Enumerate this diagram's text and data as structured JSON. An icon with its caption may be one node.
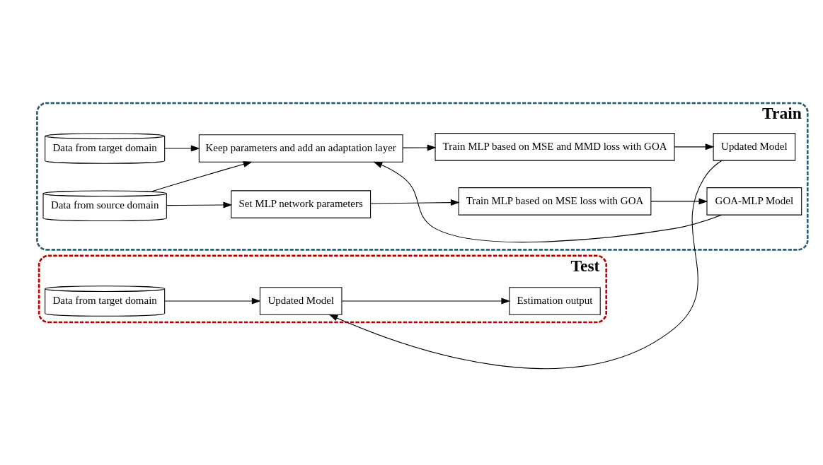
{
  "diagram": {
    "nodes": [
      {
        "text": [
          "Train"
        ]
      },
      {
        "text": [
          "Data from source domain"
        ],
        "in": 0
      },
      {
        "text": [
          "Set MLP network parameters"
        ],
        "in": 0
      },
      {
        "text": [
          "Train MLP based on MSE loss with GOA"
        ],
        "in": 0
      },
      {
        "text": [
          "GOA-MLP Model"
        ],
        "in": 0
      },
      {
        "text": [
          "Data from target domain"
        ],
        "in": 0
      },
      {
        "text": [
          "Keep parameters and add an adaptation layer"
        ],
        "in": 0
      },
      {
        "text": [
          "Train MLP based on MSE and MMD loss with GOA"
        ],
        "in": 0
      },
      {
        "text": [
          "Updated Model"
        ],
        "in": 0
      },
      {
        "text": [
          "Test"
        ]
      },
      {
        "text": [
          "Data from target domain"
        ],
        "in": 9
      },
      {
        "text": [
          "Updated Model"
        ],
        "in": 9
      },
      {
        "text": [
          "Estimation output"
        ],
        "in": 9
      }
    ],
    "edges": [
      {
        "from": 1,
        "to": 2,
        "arrow": "to"
      },
      {
        "from": 2,
        "to": 3,
        "arrow": "to"
      },
      {
        "from": 3,
        "to": 4,
        "arrow": "to"
      },
      {
        "from": 4,
        "to": 6,
        "arrow": "to"
      },
      {
        "from": 1,
        "to": 6,
        "arrow": "to"
      },
      {
        "from": 5,
        "to": 6,
        "arrow": "to"
      },
      {
        "from": 6,
        "to": 7,
        "arrow": "to"
      },
      {
        "from": 7,
        "to": 8,
        "arrow": "to"
      },
      {
        "from": 8,
        "to": 11,
        "arrow": "to"
      },
      {
        "from": 10,
        "to": 11,
        "arrow": "to"
      },
      {
        "from": 11,
        "to": 12,
        "arrow": "to"
      }
    ]
  }
}
